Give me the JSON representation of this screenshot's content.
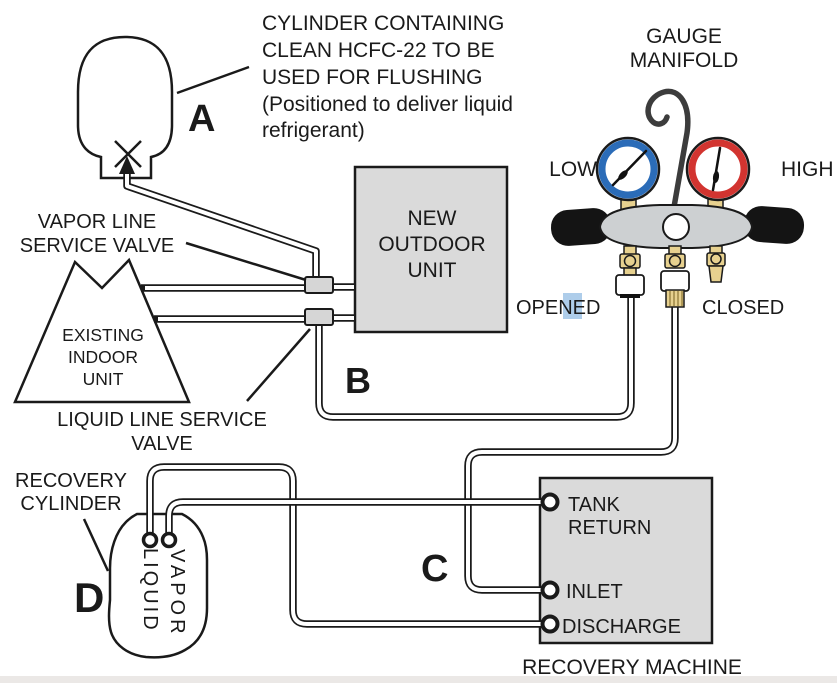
{
  "colors": {
    "line": "#1a1a1a",
    "unit_fill": "#dadada",
    "manifold_fill": "#cdd0d2",
    "brass": "#e7d18f",
    "low_gauge_ring": "#2b6cb8",
    "high_gauge_ring": "#d23430",
    "selection_highlight": "#aecdea"
  },
  "flush_cylinder": {
    "letter": "A",
    "caption": [
      "CYLINDER CONTAINING",
      "CLEAN HCFC-22 TO BE",
      "USED FOR FLUSHING",
      "(Positioned to deliver liquid",
      "refrigerant)"
    ]
  },
  "gauge_manifold": {
    "title": [
      "GAUGE",
      "MANIFOLD"
    ],
    "low": "LOW",
    "high": "HIGH",
    "opened": "OPENED",
    "closed": "CLOSED"
  },
  "outdoor_unit": {
    "letter": "B",
    "name": [
      "NEW",
      "OUTDOOR",
      "UNIT"
    ]
  },
  "indoor_unit": {
    "name": [
      "EXISTING",
      "INDOOR",
      "UNIT"
    ]
  },
  "vapor_valve": {
    "label": [
      "VAPOR LINE",
      "SERVICE VALVE"
    ]
  },
  "liquid_valve": {
    "label": [
      "LIQUID LINE SERVICE",
      "VALVE"
    ]
  },
  "recovery_machine": {
    "letter": "C",
    "ports": {
      "tank_return": [
        "TANK",
        "RETURN"
      ],
      "inlet": "INLET",
      "discharge": "DISCHARGE"
    },
    "caption": "RECOVERY MACHINE"
  },
  "recovery_cylinder": {
    "letter": "D",
    "label": [
      "RECOVERY",
      "CYLINDER"
    ],
    "ports": {
      "liquid": "LIQUID",
      "vapor": "VAPOR"
    }
  }
}
